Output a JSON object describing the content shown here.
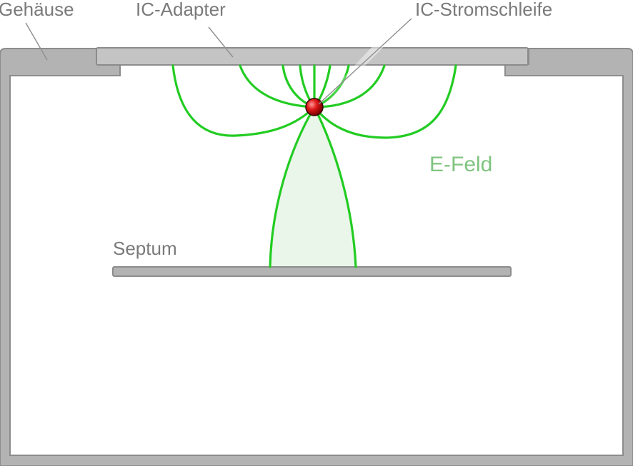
{
  "labels": {
    "housing": "Gehäuse",
    "adapter": "IC-Adapter",
    "loop": "IC-Stromschleife",
    "field": "E-Feld",
    "septum": "Septum"
  },
  "colors": {
    "housing": "#b3b3b3",
    "housing_edge": "#8c8c8c",
    "field_line": "#22cc22",
    "field_label": "#7fc47f",
    "loop_ball": "#dd1111",
    "label_text": "#7a7a7a"
  }
}
